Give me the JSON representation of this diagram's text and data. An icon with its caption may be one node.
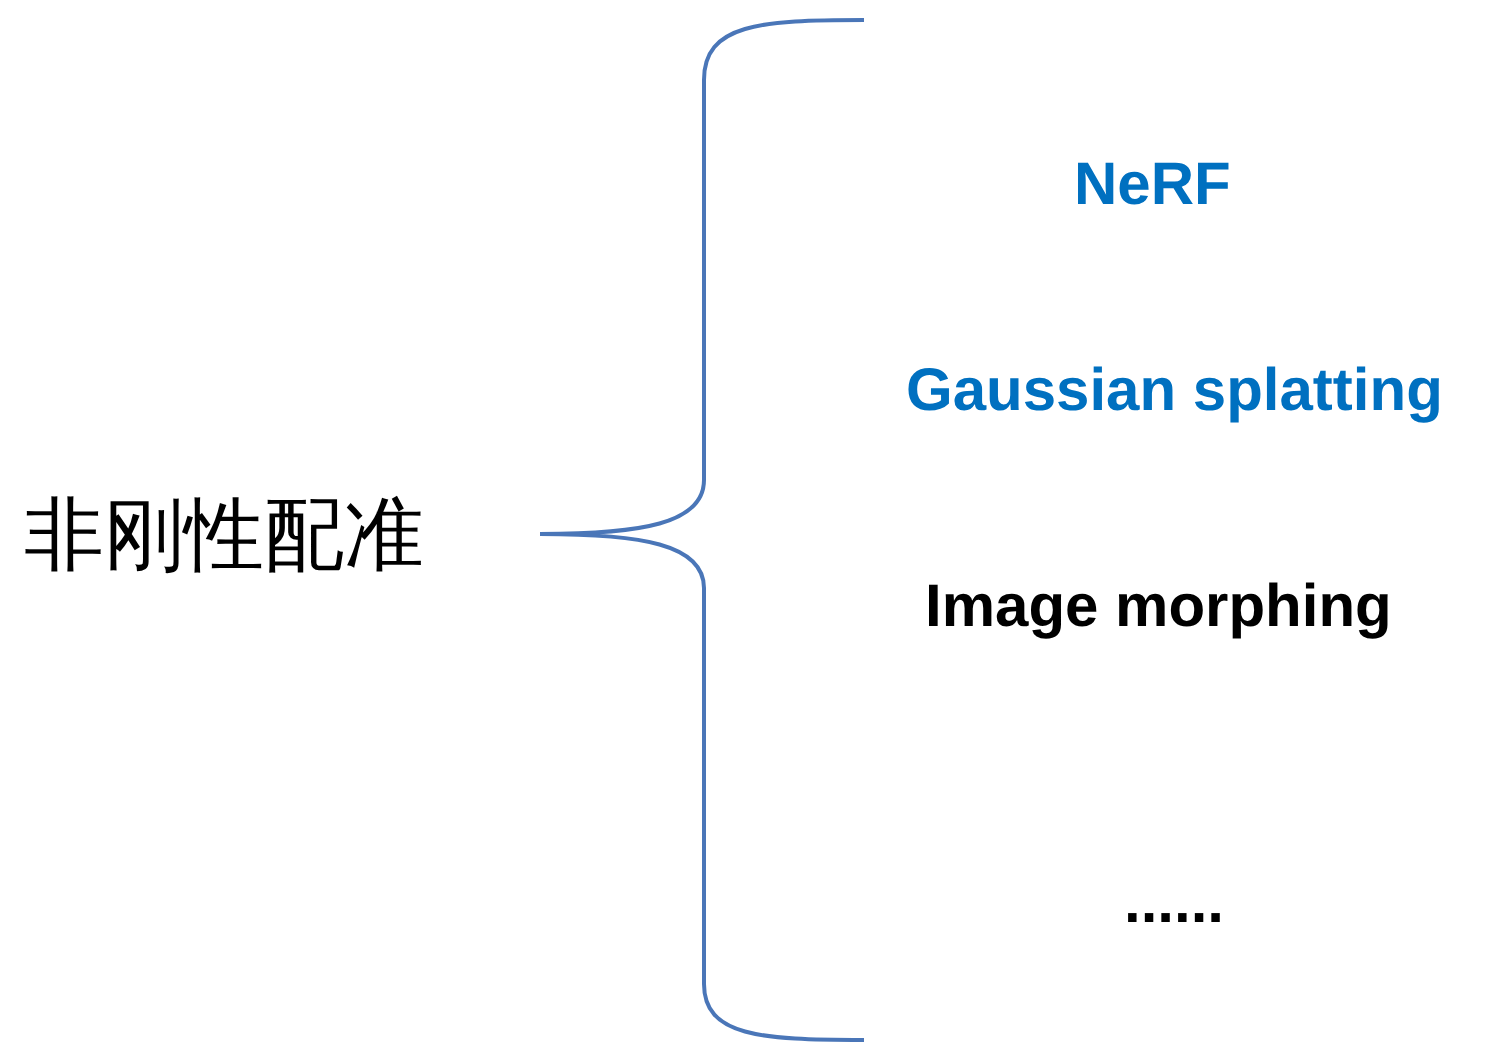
{
  "diagram": {
    "labels": [
      "非刚性配准",
      "NeRF",
      "Gaussian splatting",
      "Image morphing",
      "......"
    ]
  }
}
